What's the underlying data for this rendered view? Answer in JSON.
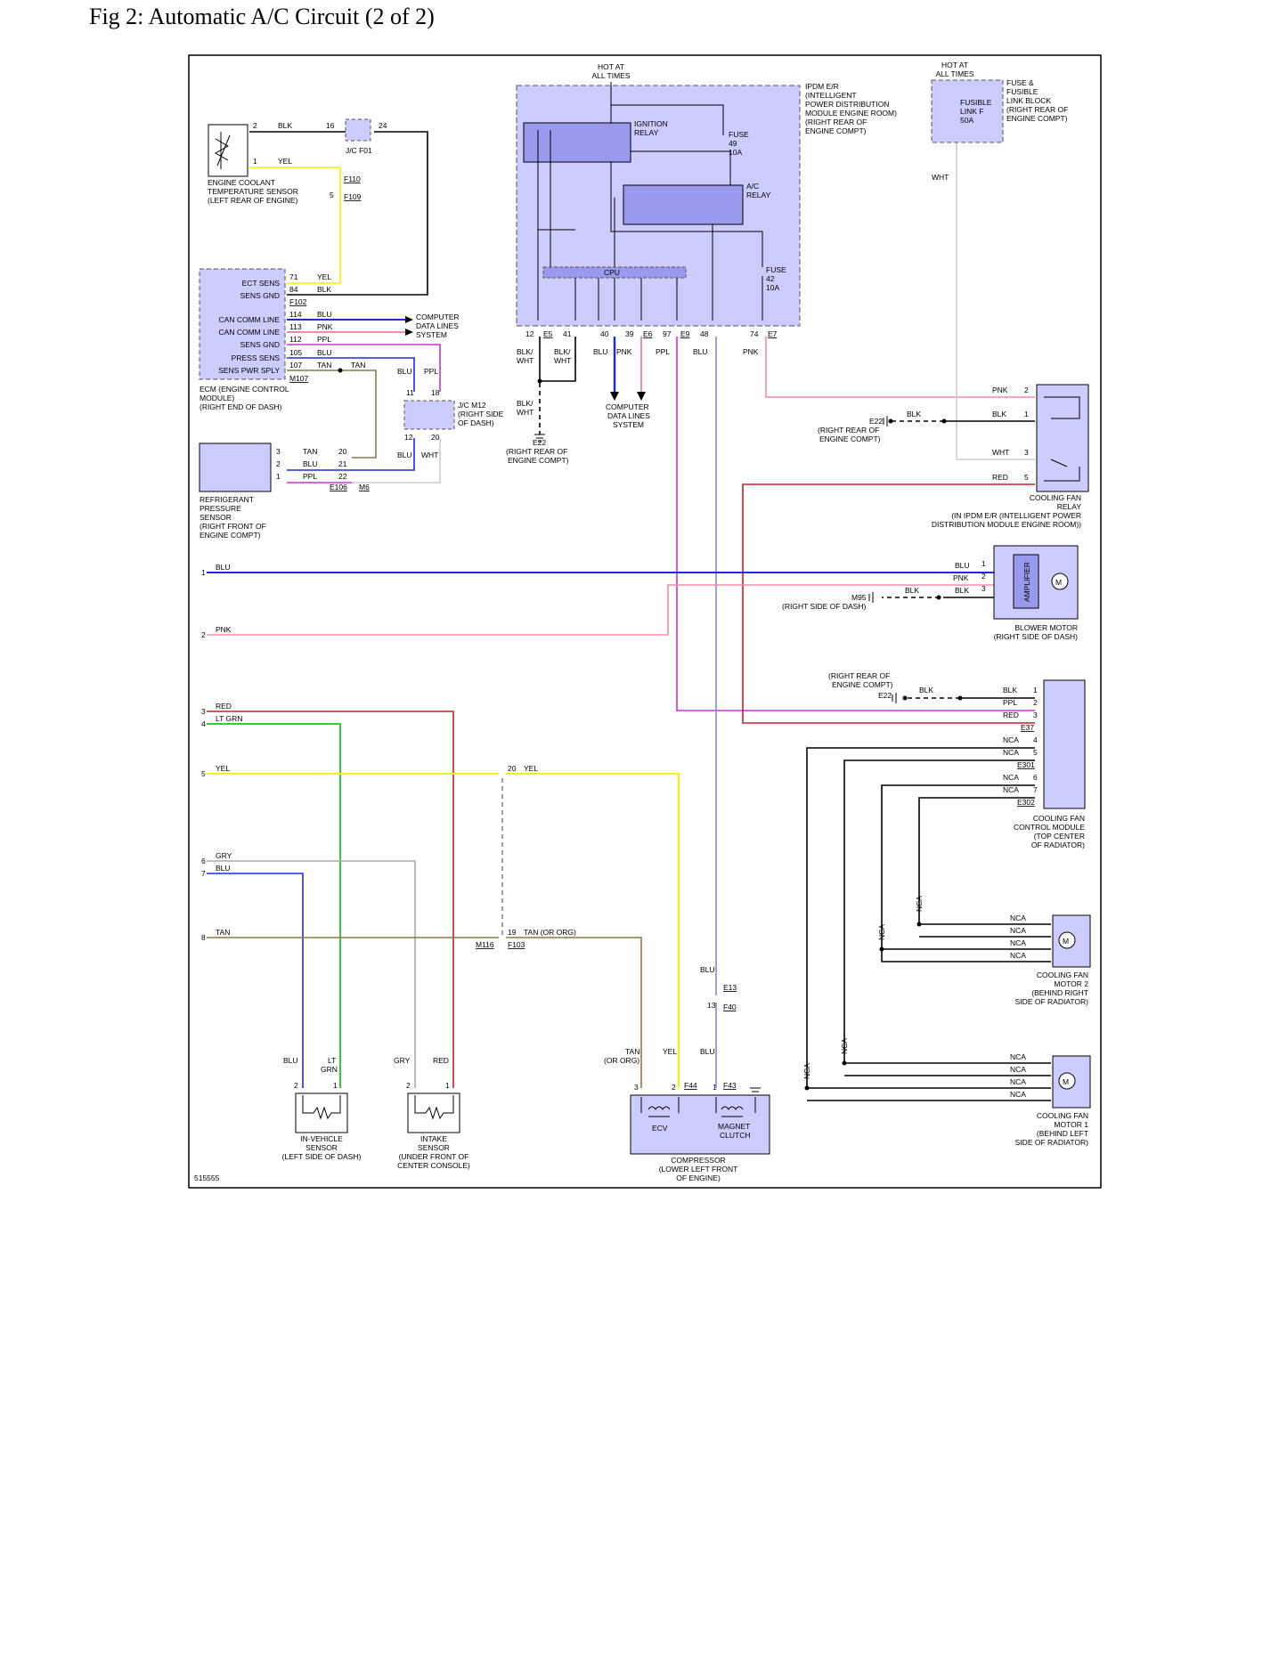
{
  "page": {
    "title": "Fig 2: Automatic A/C Circuit (2 of 2)",
    "diagram_id": "515555"
  },
  "colors": {
    "YEL": "#f2f20a",
    "BLK": "#000000",
    "BLU": "#1f2bd8",
    "PNK": "#ee8fa4",
    "PPL": "#cc33cc",
    "TAN": "#8a7a45",
    "RED": "#c8202a",
    "LT GRN": "#33cc33",
    "GRY": "#aaaaaa",
    "WHT": "#cccccc",
    "component_fill": "#ccccff",
    "relay_fill": "#9999ee"
  },
  "components": {
    "ect_sensor": {
      "lines": [
        "ENGINE COOLANT",
        "TEMPERATURE SENSOR",
        "(LEFT REAR OF ENGINE)"
      ]
    },
    "jc_f01": {
      "label": "J/C F01"
    },
    "ecm": {
      "pins": [
        {
          "name": "ECT SENS",
          "num": "71",
          "wire": "YEL"
        },
        {
          "name": "SENS GND",
          "num": "84",
          "wire": "BLK"
        },
        {
          "name": "CAN COMM LINE",
          "num": "114",
          "wire": "BLU"
        },
        {
          "name": "CAN COMM LINE",
          "num": "113",
          "wire": "PNK"
        },
        {
          "name": "SENS GND",
          "num": "112",
          "wire": "PPL"
        },
        {
          "name": "PRESS SENS",
          "num": "105",
          "wire": "BLU"
        },
        {
          "name": "SENS PWR SPLY",
          "num": "107",
          "wire": "TAN"
        }
      ],
      "connector_top": "F102",
      "connector_bottom": "M107",
      "lines": [
        "ECM (ENGINE CONTROL",
        "MODULE)",
        "(RIGHT END OF DASH)"
      ],
      "cdl_lines": [
        "COMPUTER",
        "DATA LINES",
        "SYSTEM"
      ]
    },
    "jc_m12": {
      "lines": [
        "J/C M12",
        "(RIGHT SIDE",
        "OF DASH)"
      ]
    },
    "refrigerant_sensor": {
      "lines": [
        "REFRIGERANT",
        "PRESSURE",
        "SENSOR",
        "(RIGHT FRONT OF",
        "ENGINE COMPT)"
      ]
    },
    "ipdm": {
      "hot": [
        "HOT AT",
        "ALL TIMES"
      ],
      "lines": [
        "IPDM E/R",
        "(INTELLIGENT",
        "POWER DISTRIBUTION",
        "MODULE ENGINE ROOM)",
        "(RIGHT REAR OF",
        "ENGINE COMPT)"
      ],
      "ignition_relay": [
        "IGNITION",
        "RELAY"
      ],
      "ac_relay": [
        "A/C",
        "RELAY"
      ],
      "fuse49": [
        "FUSE",
        "49",
        "10A"
      ],
      "fuse42": [
        "FUSE",
        "42",
        "10A"
      ],
      "cpu": "CPU",
      "pins": [
        "12",
        "E5",
        "41",
        "40",
        "39",
        "E6",
        "97",
        "E9",
        "48",
        "74",
        "E7"
      ],
      "wire_labels": [
        "BLK/",
        "WHT",
        "BLK/",
        "WHT",
        "BLU",
        "PNK",
        "PPL",
        "BLU",
        "PNK"
      ]
    },
    "fusible_link": {
      "hot": [
        "HOT AT",
        "ALL TIMES"
      ],
      "inner": [
        "FUSIBLE",
        "LINK F",
        "50A"
      ],
      "lines": [
        "FUSE &",
        "FUSIBLE",
        "LINK BLOCK",
        "(RIGHT REAR OF",
        "ENGINE COMPT)"
      ],
      "wire": "WHT"
    },
    "ground_e22_left": {
      "name": "E22",
      "lines": [
        "(RIGHT REAR OF",
        "ENGINE COMPT)"
      ]
    },
    "cdl_center": [
      "COMPUTER",
      "DATA LINES",
      "SYSTEM"
    ],
    "cooling_fan_relay": {
      "pins": [
        {
          "num": "2",
          "wire": "PNK"
        },
        {
          "num": "1",
          "wire": "BLK"
        },
        {
          "num": "3",
          "wire": "WHT"
        },
        {
          "num": "5",
          "wire": "RED"
        }
      ],
      "ground": "E22",
      "ground_lines": [
        "(RIGHT REAR OF",
        "ENGINE COMPT)"
      ],
      "lines": [
        "COOLING FAN",
        "RELAY",
        "(IN IPDM E/R (INTELLIGENT POWER",
        "DISTRIBUTION MODULE ENGINE ROOM))"
      ]
    },
    "blower_motor": {
      "pins": [
        {
          "num": "1",
          "wire": "BLU"
        },
        {
          "num": "2",
          "wire": "PNK"
        },
        {
          "num": "3",
          "wire": "BLK"
        }
      ],
      "amplifier": "AMPLIFIER",
      "motor": "M",
      "ground": "M95",
      "ground_lines": [
        "(RIGHT SIDE OF DASH)"
      ],
      "lines": [
        "BLOWER MOTOR",
        "(RIGHT SIDE OF DASH)"
      ]
    },
    "cooling_fan_control_module": {
      "ground": "E22",
      "ground_lines": [
        "(RIGHT REAR OF",
        "ENGINE COMPT)"
      ],
      "pins": [
        {
          "num": "1",
          "wire": "BLK"
        },
        {
          "num": "2",
          "wire": "PPL"
        },
        {
          "num": "3",
          "wire": "RED"
        },
        {
          "num": "4",
          "wire": "NCA"
        },
        {
          "num": "5",
          "wire": "NCA"
        },
        {
          "num": "6",
          "wire": "NCA"
        },
        {
          "num": "7",
          "wire": "NCA"
        }
      ],
      "connectors": [
        "E37",
        "E301",
        "E302"
      ],
      "lines": [
        "COOLING FAN",
        "CONTROL MODULE",
        "(TOP CENTER",
        "OF RADIATOR)"
      ]
    },
    "cooling_fan_motor2": {
      "wires": [
        "NCA",
        "NCA",
        "NCA",
        "NCA"
      ],
      "lines": [
        "COOLING FAN",
        "MOTOR 2",
        "(BEHIND RIGHT",
        "SIDE OF RADIATOR)"
      ]
    },
    "cooling_fan_motor1": {
      "wires": [
        "NCA",
        "NCA",
        "NCA",
        "NCA"
      ],
      "lines": [
        "COOLING FAN",
        "MOTOR 1",
        "(BEHIND LEFT",
        "SIDE OF RADIATOR)"
      ]
    },
    "nca_vertical": [
      "NCA",
      "NCA",
      "NCA",
      "NCA"
    ],
    "left_wires": [
      {
        "num": "1",
        "wire": "BLU"
      },
      {
        "num": "2",
        "wire": "PNK"
      },
      {
        "num": "3",
        "wire": "RED"
      },
      {
        "num": "4",
        "wire": "LT GRN"
      },
      {
        "num": "5",
        "wire": "YEL"
      },
      {
        "num": "6",
        "wire": "GRY"
      },
      {
        "num": "7",
        "wire": "BLU"
      },
      {
        "num": "8",
        "wire": "TAN"
      }
    ],
    "in_vehicle_sensor": {
      "wires": [
        "BLU",
        "LT",
        "GRN"
      ],
      "pins": [
        "2",
        "1"
      ],
      "lines": [
        "IN-VEHICLE",
        "SENSOR",
        "(LEFT SIDE OF DASH)"
      ]
    },
    "intake_sensor": {
      "wires": [
        "GRY",
        "RED"
      ],
      "pins": [
        "2",
        "1"
      ],
      "lines": [
        "INTAKE",
        "SENSOR",
        "(UNDER FRONT OF",
        "CENTER CONSOLE)"
      ]
    },
    "compressor": {
      "wires": [
        "TAN",
        "(OR ORG)",
        "YEL",
        "BLU"
      ],
      "pins": [
        "3",
        "2",
        "F44",
        "1",
        "F43"
      ],
      "ecv": "ECV",
      "clutch": [
        "MAGNET",
        "CLUTCH"
      ],
      "lines": [
        "COMPRESSOR",
        "(LOWER LEFT FRONT",
        "OF ENGINE)"
      ]
    },
    "connectors_misc": {
      "f110": "F110",
      "f109": "F109",
      "e106": "E106",
      "m6": "M6",
      "m116": "M116",
      "f103": "F103",
      "e13": "E13",
      "f40": "F40",
      "p16": "16",
      "p24": "24",
      "p2": "2",
      "p1": "1",
      "p5": "5",
      "p11": "11",
      "p18": "18",
      "p12": "12",
      "p20": "20",
      "p3": "3",
      "p21": "21",
      "p22": "22",
      "p20b": "20",
      "p19": "19",
      "p13": "13",
      "tan_or_org": "TAN   (OR ORG)"
    }
  }
}
